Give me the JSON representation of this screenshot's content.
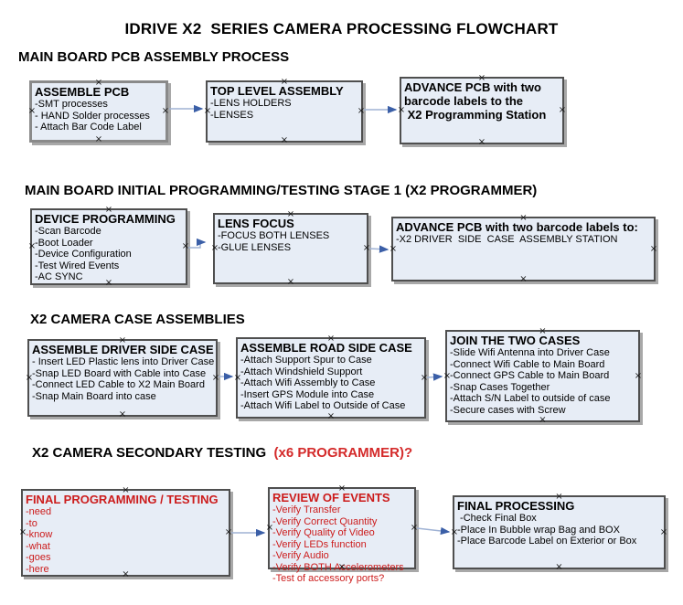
{
  "title": "IDRIVE X2  SERIES CAMERA PROCESSING FLOWCHART",
  "colors": {
    "box_fill": "#e7edf6",
    "box_border": "#4f4f4f",
    "shadow": "#a8a8a8",
    "red_text": "#cc1c1c",
    "heading_red": "#d42a2a",
    "arrow_line": "#9fb2d4",
    "arrow_head": "#3b5fa7"
  },
  "icons": {
    "connection_handle": "×"
  },
  "sections": [
    {
      "heading": "MAIN BOARD PCB ASSEMBLY PROCESS",
      "heading_red": "",
      "boxes": [
        {
          "title": "ASSEMBLE PCB",
          "color": "#000000",
          "bold_lines": false,
          "lines": [
            "-SMT processes",
            "- HAND Solder processes",
            "- Attach Bar Code Label"
          ]
        },
        {
          "title": "TOP LEVEL ASSEMBLY",
          "color": "#000000",
          "bold_lines": false,
          "lines": [
            "-LENS HOLDERS",
            "-LENSES"
          ]
        },
        {
          "title": "",
          "color": "#000000",
          "bold_lines": true,
          "lines": [
            "ADVANCE PCB with two",
            "barcode labels to the",
            " X2 Programming Station"
          ]
        }
      ]
    },
    {
      "heading": "MAIN BOARD INITIAL PROGRAMMING/TESTING STAGE 1 (X2 PROGRAMMER)",
      "heading_red": "",
      "boxes": [
        {
          "title": "DEVICE PROGRAMMING",
          "color": "#000000",
          "bold_lines": false,
          "lines": [
            "-Scan Barcode",
            "-Boot Loader",
            "-Device Configuration",
            "-Test Wired Events",
            "-AC SYNC"
          ]
        },
        {
          "title": "LENS FOCUS",
          "color": "#000000",
          "bold_lines": false,
          "lines": [
            "-FOCUS BOTH LENSES",
            "-GLUE LENSES"
          ]
        },
        {
          "title": "ADVANCE PCB with two barcode labels to:",
          "color": "#000000",
          "bold_lines": false,
          "lines": [
            "-X2 DRIVER  SIDE  CASE  ASSEMBLY STATION"
          ]
        }
      ]
    },
    {
      "heading": "X2 CAMERA CASE ASSEMBLIES",
      "heading_red": "",
      "boxes": [
        {
          "title": "ASSEMBLE DRIVER SIDE CASE",
          "color": "#000000",
          "bold_lines": false,
          "lines": [
            "- Insert LED Plastic lens into Driver Case",
            "-Snap LED Board with Cable into Case",
            "-Connect LED Cable to X2 Main Board",
            "-Snap Main Board into case"
          ]
        },
        {
          "title": "ASSEMBLE ROAD SIDE CASE",
          "color": "#000000",
          "bold_lines": false,
          "lines": [
            "-Attach Support Spur to Case",
            "-Attach Windshield Support",
            "-Attach Wifi Assembly to Case",
            "-Insert GPS Module into Case",
            "-Attach Wifi Label to Outside of Case"
          ]
        },
        {
          "title": "JOIN THE TWO CASES",
          "color": "#000000",
          "bold_lines": false,
          "lines": [
            "-Slide Wifi Antenna into Driver Case",
            "-Connect Wifi Cable to Main Board",
            "-Connect GPS Cable to Main Board",
            "-Snap Cases Together",
            "-Attach S/N Label to outside of case",
            "-Secure cases with Screw"
          ]
        }
      ]
    },
    {
      "heading": "X2 CAMERA SECONDARY TESTING  ",
      "heading_red": "(x6 PROGRAMMER)?",
      "boxes": [
        {
          "title": "FINAL PROGRAMMING / TESTING",
          "color": "#cc1c1c",
          "bold_lines": false,
          "lines": [
            "-need",
            "-to",
            "-know",
            "-what",
            "-goes",
            "-here"
          ]
        },
        {
          "title": "REVIEW OF EVENTS",
          "color": "#cc1c1c",
          "bold_lines": false,
          "lines": [
            "-Verify Transfer",
            "-Verify Correct Quantity",
            "-Verify Quality of Video",
            "-Verify LEDs function",
            "-Verify Audio",
            "-Verify BOTH Accelerometers",
            "-Test of accessory ports?"
          ]
        },
        {
          "title": "FINAL PROCESSING",
          "color": "#000000",
          "bold_lines": false,
          "lines": [
            " -Check Final Box",
            "-Place In Bubble wrap Bag and BOX",
            "-Place Barcode Label on Exterior or Box"
          ]
        }
      ]
    }
  ]
}
